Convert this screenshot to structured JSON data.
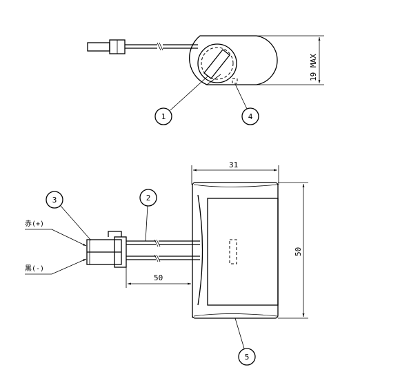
{
  "callouts": {
    "c1": "1",
    "c2": "2",
    "c3": "3",
    "c4": "4",
    "c5": "5"
  },
  "dimensions": {
    "height_max": "19 MAX",
    "width_top": "31",
    "height_side": "50",
    "lead_length": "50"
  },
  "wire_labels": {
    "red": "赤(+)",
    "black": "黒(-)"
  }
}
